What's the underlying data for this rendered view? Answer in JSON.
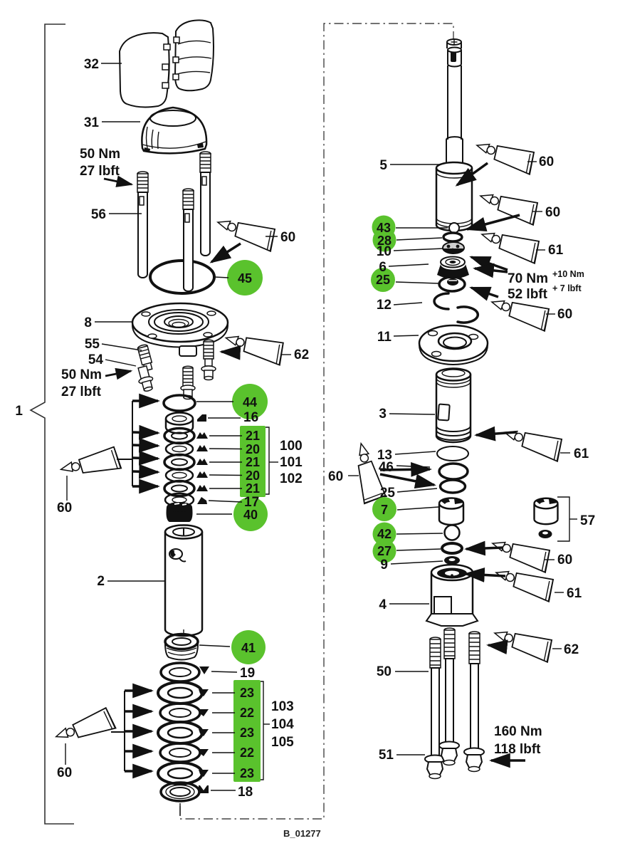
{
  "figure": {
    "code": "B_01277",
    "assembly": "1"
  },
  "colors": {
    "highlight_green": "#5ac22d",
    "ink": "#111111"
  },
  "callouts": {
    "2": "2",
    "3": "3",
    "4": "4",
    "5": "5",
    "6": "6",
    "7": "7",
    "8": "8",
    "9": "9",
    "10": "10",
    "11": "11",
    "12": "12",
    "13": "13",
    "16": "16",
    "17": "17",
    "18": "18",
    "19": "19",
    "25": "25",
    "27": "27",
    "28": "28",
    "31": "31",
    "32": "32",
    "40": "40",
    "41": "41",
    "42": "42",
    "43": "43",
    "44": "44",
    "45": "45",
    "46": "46",
    "50": "50",
    "51": "51",
    "54": "54",
    "55": "55",
    "56": "56",
    "57": "57",
    "60": "60",
    "61": "61",
    "62": "62"
  },
  "kit_upper": {
    "rows": [
      "21",
      "20",
      "21",
      "20",
      "21"
    ],
    "refs": [
      "100",
      "101",
      "102"
    ]
  },
  "kit_lower": {
    "rows": [
      "23",
      "22",
      "23",
      "22",
      "23"
    ],
    "refs": [
      "103",
      "104",
      "105"
    ]
  },
  "torques": {
    "top_cover": {
      "nm": "50 Nm",
      "lbft": "27 lbft"
    },
    "flange": {
      "nm": "50 Nm",
      "lbft": "27 lbft"
    },
    "piston_valve": {
      "nm": "70 Nm",
      "nm_tol": "+10 Nm",
      "lbft": "52 lbft",
      "lbft_tol": "+ 7 lbft"
    },
    "tie_rods": {
      "nm": "160 Nm",
      "lbft": "118 lbft"
    }
  },
  "highlighted_callouts": [
    "7",
    "20",
    "21",
    "22",
    "23",
    "25",
    "27",
    "28",
    "40",
    "41",
    "42",
    "43",
    "44",
    "45"
  ]
}
